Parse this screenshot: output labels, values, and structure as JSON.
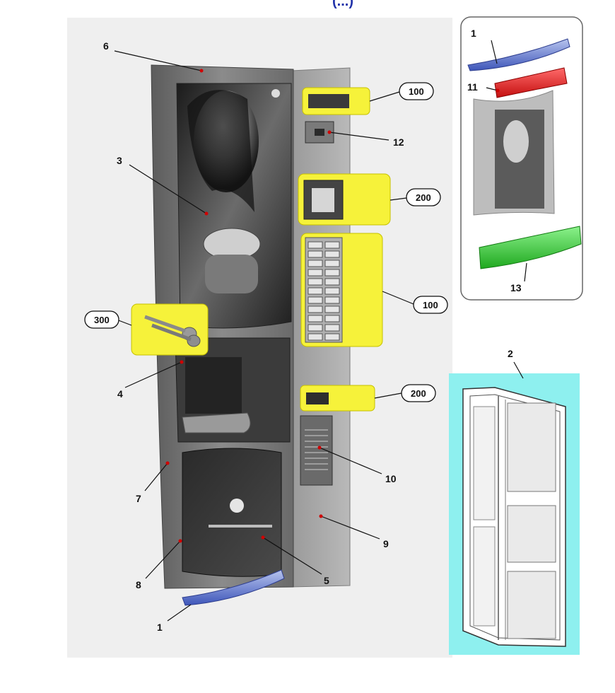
{
  "header_fragment": "(...)",
  "labels": {
    "door_top": "6",
    "cup_holder_item": "3",
    "cup_area": "4",
    "door_side_left": "7",
    "lower_left": "8",
    "lower_panel": "5",
    "right_side": "9",
    "info_plate": "10",
    "coin_slot": "12",
    "bottom_trim": "1",
    "inset_top_trim": "1",
    "inset_red_part": "11",
    "inset_green_part": "13",
    "frame": "2"
  },
  "callouts": {
    "display_top": "100",
    "coin_mech": "200",
    "keypad": "100",
    "change_return": "200",
    "keys": "300"
  },
  "colors": {
    "callout_fill": "#f6f23a",
    "frame_bg": "#8ef0ef",
    "red_part": "#e11717",
    "green_part": "#37c937",
    "blue_trim": "#8a9fdc"
  }
}
